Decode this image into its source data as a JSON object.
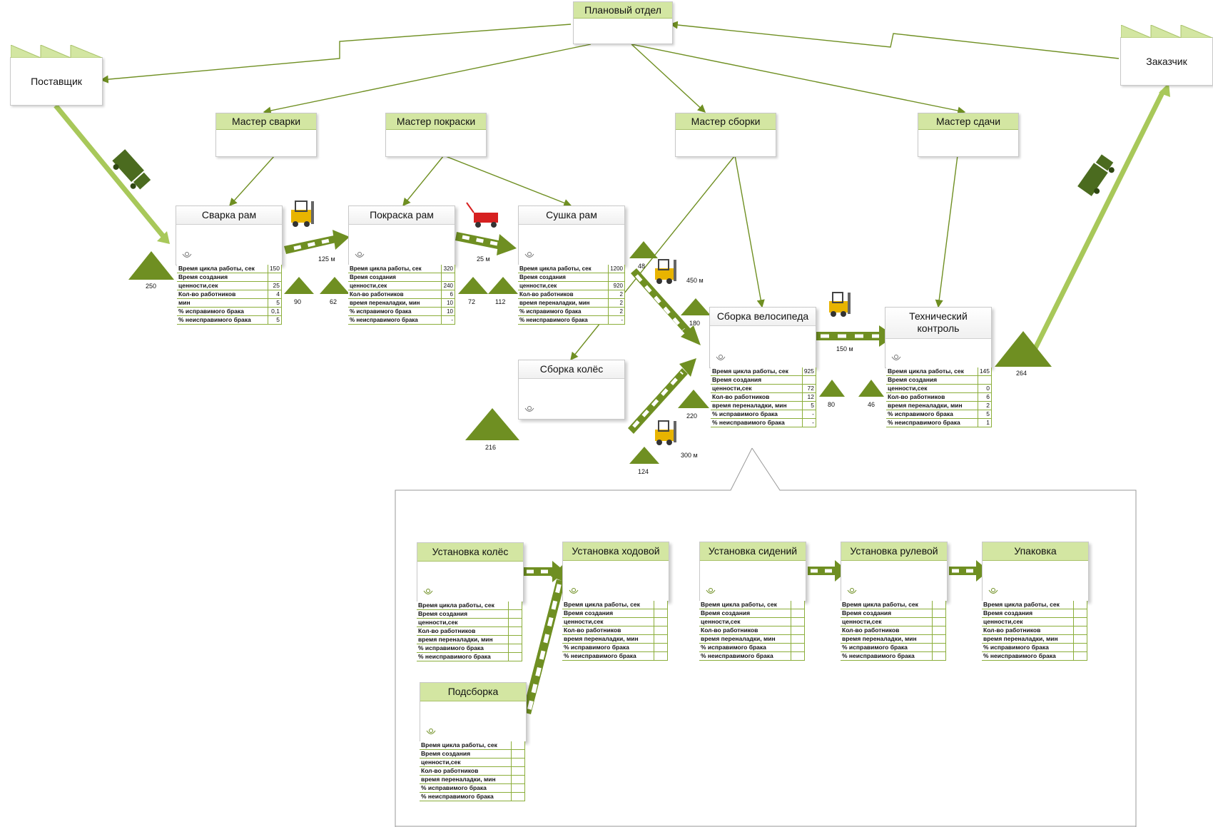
{
  "planning": {
    "title": "Плановый отдел"
  },
  "supplier": {
    "title": "Поставщик"
  },
  "customer": {
    "title": "Заказчик"
  },
  "masters": [
    "Мастер сварки",
    "Мастер покраски",
    "Мастер сборки",
    "Мастер сдачи"
  ],
  "processes": {
    "welding": {
      "title": "Сварка рам"
    },
    "painting": {
      "title": "Покраска рам"
    },
    "drying": {
      "title": "Сушка рам"
    },
    "wheels": {
      "title": "Сборка колёс"
    },
    "assembly": {
      "title": "Сборка велосипеда"
    },
    "control": {
      "title_line1": "Технический",
      "title_line2": "контроль"
    }
  },
  "table_labels": {
    "cycle": "Время цикла работы, сек",
    "cycle_short": "Время цикла работы, сек",
    "value_line1": "Время создания",
    "value_line2": "ценности,сек",
    "workers": "Кол-во работников",
    "changeover": "время переналадки, мин",
    "changeover_short": "мин",
    "fixable": "% исправимого брака",
    "unfixable": "% неисправимого брака"
  },
  "tables": {
    "welding": [
      "150",
      "25",
      "4",
      "5",
      "0,1",
      "5"
    ],
    "painting": [
      "320",
      "240",
      "6",
      "10",
      "10",
      "-"
    ],
    "drying": [
      "1200",
      "920",
      "2",
      "2",
      "2",
      "-"
    ],
    "assembly": [
      "925",
      "72",
      "12",
      "5",
      "-",
      "-"
    ],
    "control": [
      "145",
      "0",
      "6",
      "2",
      "5",
      "1"
    ]
  },
  "inventory": {
    "supplier_stock": "250",
    "after_weld_a": "90",
    "after_weld_b": "62",
    "after_paint_a": "72",
    "after_paint_b": "112",
    "after_dry": "48",
    "before_asm_top": "180",
    "before_asm_bottom": "220",
    "wheels_stock": "216",
    "wheels_out": "124",
    "after_asm": "80",
    "before_ctrl": "46",
    "finished": "264"
  },
  "distances": {
    "weld_paint": "125 м",
    "paint_dry": "25 м",
    "dry_asm": "450 м",
    "wheels_asm": "300 м",
    "asm_ctrl": "150 м"
  },
  "sub_processes": [
    "Установка колёс",
    "Установка ходовой",
    "Установка сидений",
    "Установка рулевой",
    "Упаковка",
    "Подсборка"
  ],
  "colors": {
    "accent": "#6f8f22",
    "light": "#d3e6a2",
    "truck": "#4b6b1f"
  }
}
